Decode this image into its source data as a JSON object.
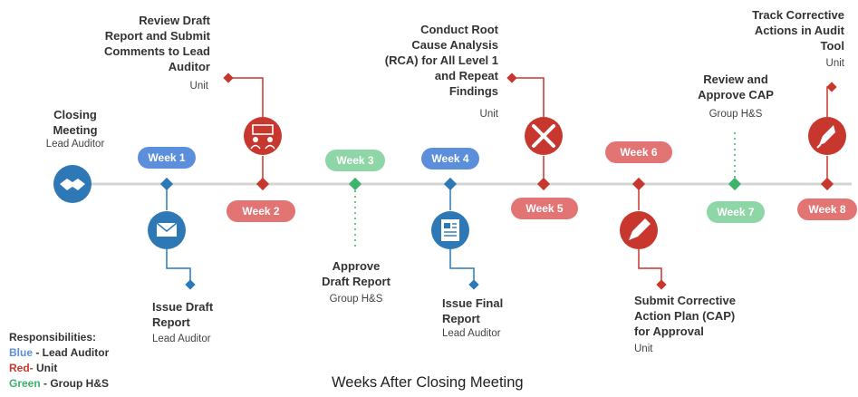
{
  "colors": {
    "blue": "#2d78b5",
    "red": "#c8372e",
    "green": "#3cb46b",
    "pill_blue": "#5b8fdc",
    "pill_red": "#e37474",
    "pill_green": "#8fd6a6",
    "line": "#d0d0d0"
  },
  "icons": {
    "closing": "handshake-icon",
    "issue_draft": "envelope-icon",
    "review_draft": "team-meeting-icon",
    "issue_final": "document-icon",
    "rca": "tools-icon",
    "cap": "pen-icon",
    "track": "rocket-icon"
  },
  "steps": {
    "closing": {
      "title": "Closing\nMeeting",
      "role": "Lead Auditor"
    },
    "issue_draft": {
      "title": "Issue Draft\nReport",
      "role": "Lead Auditor"
    },
    "review_draft": {
      "title": "Review Draft\nReport and Submit\nComments to Lead\nAuditor",
      "role": "Unit"
    },
    "approve_draft": {
      "title": "Approve\nDraft Report",
      "role": "Group H&S"
    },
    "issue_final": {
      "title": "Issue Final\nReport",
      "role": "Lead Auditor"
    },
    "rca": {
      "title": "Conduct Root\nCause Analysis\n(RCA) for All Level 1\nand Repeat\nFindings",
      "role": "Unit"
    },
    "submit_cap": {
      "title": "Submit Corrective\nAction Plan (CAP)\nfor Approval",
      "role": "Unit"
    },
    "review_cap": {
      "title": "Review and\nApprove CAP",
      "role": "Group H&S"
    },
    "track": {
      "title": "Track Corrective\nActions in Audit\nTool",
      "role": "Unit"
    }
  },
  "weeks": [
    "Week 1",
    "Week 2",
    "Week 3",
    "Week 4",
    "Week 5",
    "Week 6",
    "Week 7",
    "Week 8"
  ],
  "legend": {
    "heading": "Responsibilities:",
    "blue_key": "Blue",
    "blue_val": " - Lead Auditor",
    "red_key": "Red-",
    "red_val": " Unit",
    "green_key": "Green",
    "green_val": " - Group H&S"
  },
  "axis_title": "Weeks After Closing Meeting"
}
